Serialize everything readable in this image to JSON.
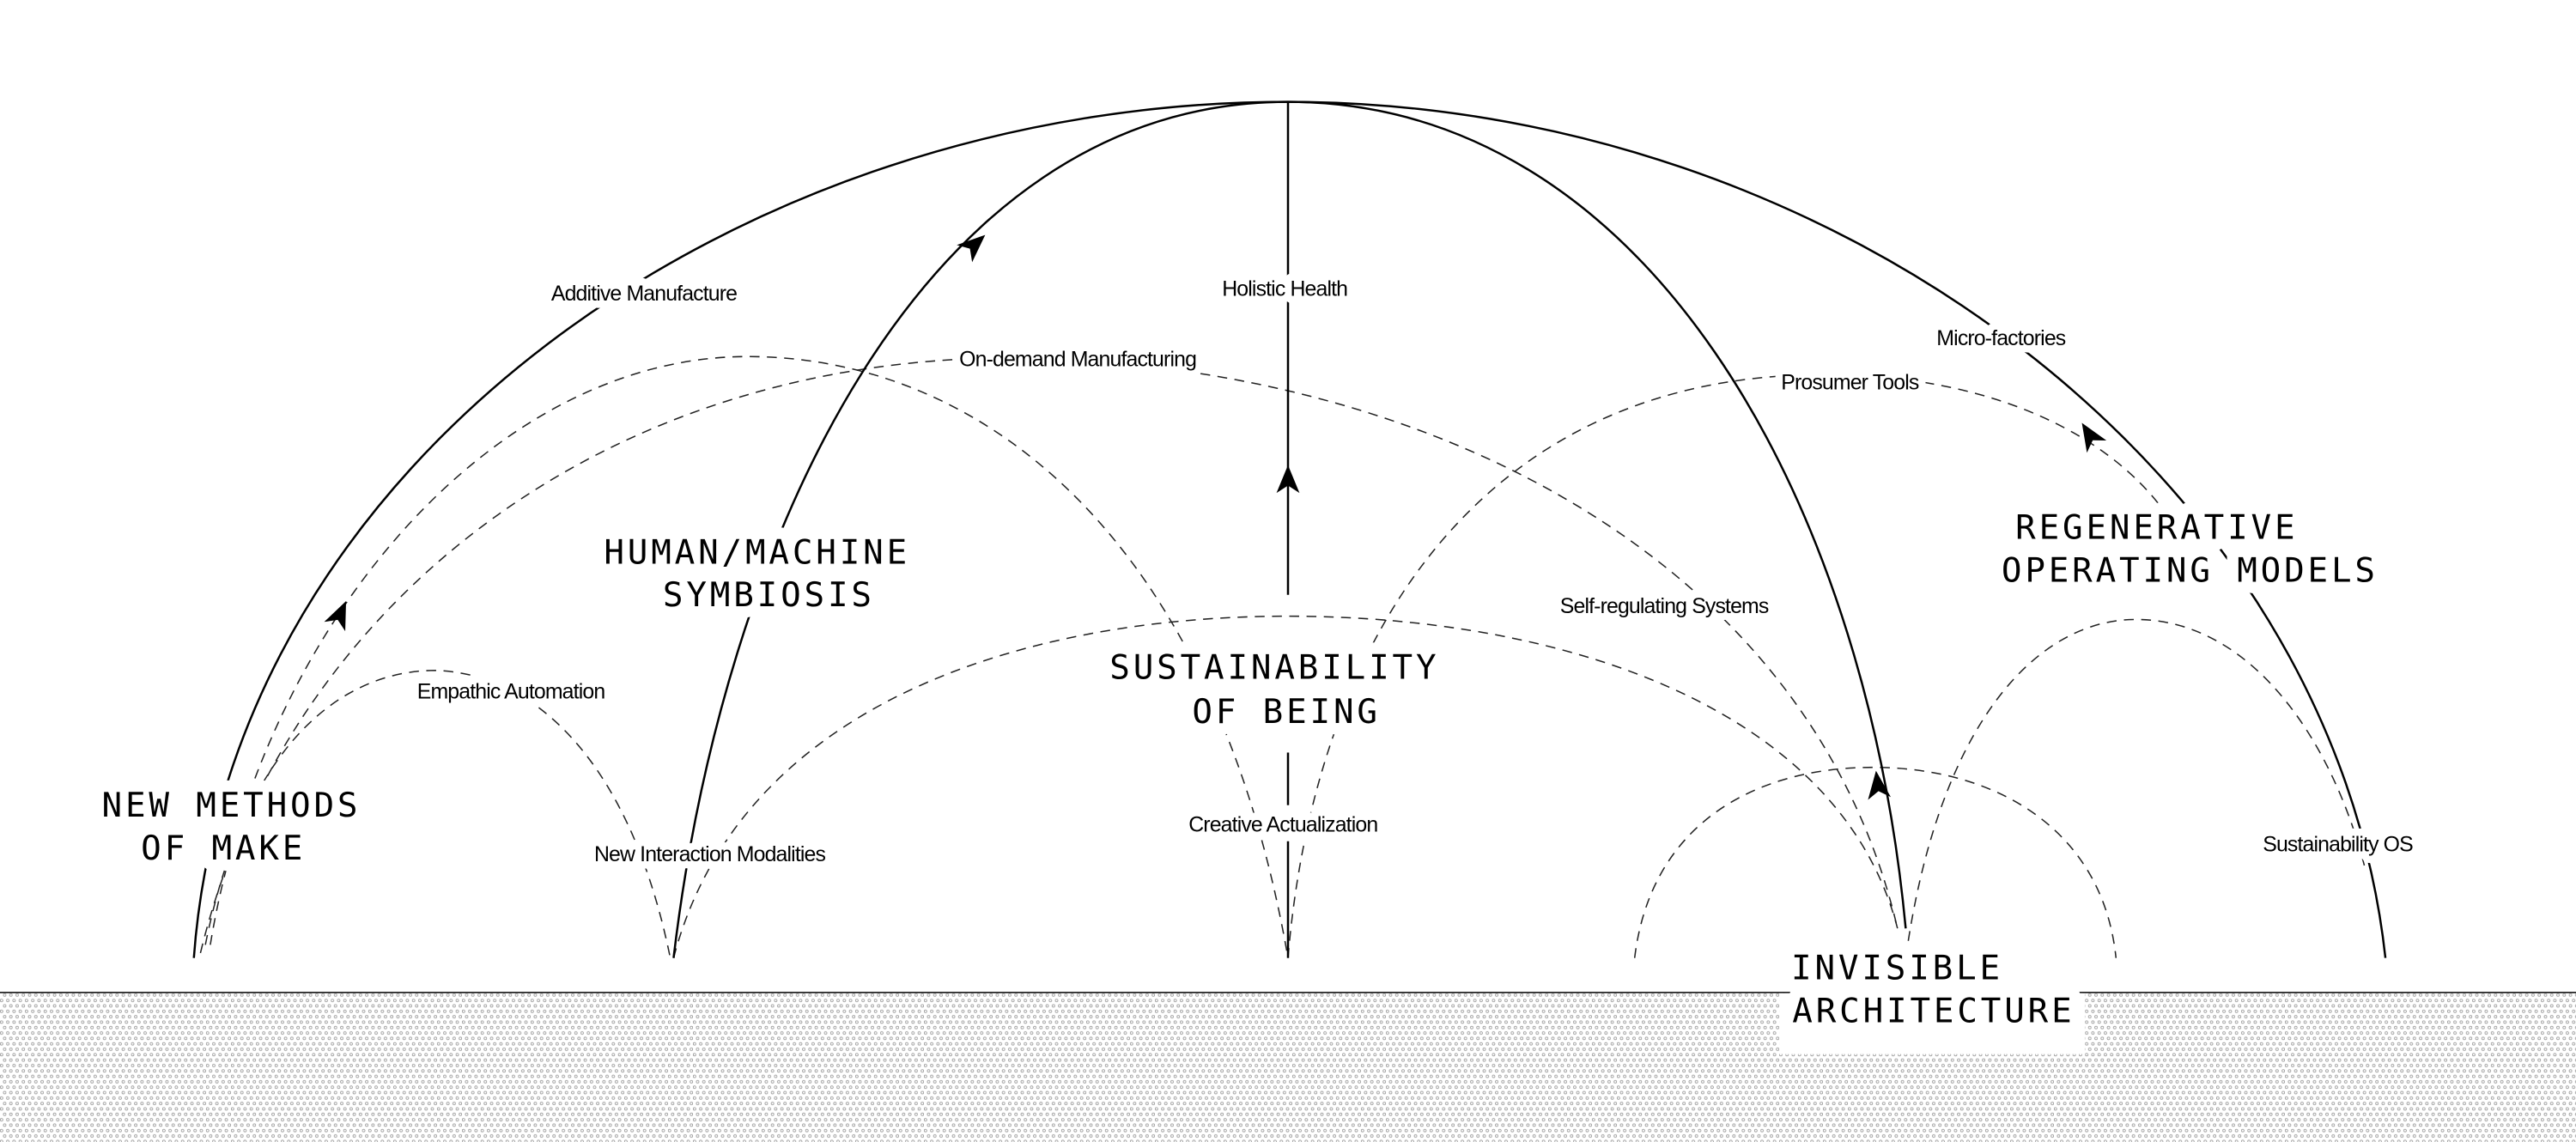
{
  "colors": {
    "line": "#000000",
    "ground_dots": "#9a9a9a",
    "background": "#ffffff"
  },
  "themes": {
    "new_methods": [
      "NEW METHODS",
      "OF MAKE"
    ],
    "human_machine": [
      "HUMAN/MACHINE",
      "SYMBIOSIS"
    ],
    "sustainability_being": [
      "SUSTAINABILITY",
      "OF BEING"
    ],
    "regenerative": [
      "REGENERATIVE",
      "OPERATING MODELS"
    ],
    "invisible": [
      "INVISIBLE",
      "ARCHITECTURE"
    ]
  },
  "concepts": {
    "additive": "Additive Manufacture",
    "on_demand": "On-demand Manufacturing",
    "holistic": "Holistic Health",
    "prosumer": "Prosumer Tools",
    "micro": "Micro-factories",
    "self_reg": "Self-regulating Systems",
    "empathic": "Empathic Automation",
    "interaction": "New Interaction Modalities",
    "creative": "Creative Actualization",
    "sust_os": "Sustainability OS"
  }
}
